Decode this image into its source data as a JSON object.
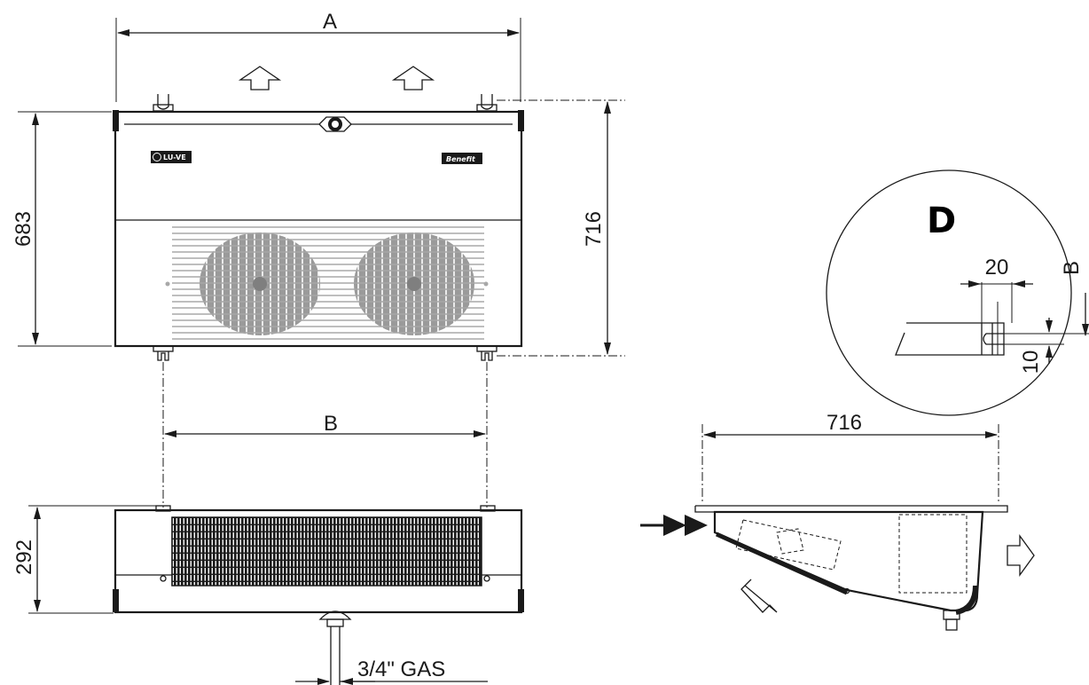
{
  "labels": {
    "dim_a": "A",
    "dim_b": "B",
    "dim_height_front": "683",
    "dim_height_total": "716",
    "dim_depth": "292",
    "dim_side_width": "716",
    "pipe_connection": "3/4\" GAS",
    "detail_name": "D",
    "detail_slot_width": "20",
    "detail_slot_height": "10",
    "detail_b": "B"
  },
  "logos": {
    "left_brand": "LU-VE",
    "right_brand": "Benefit"
  },
  "colors": {
    "line": "#1a1a1a",
    "fan": "#9a9a9a",
    "grille": "#a8a8a8",
    "coil": "#1a1a1a"
  }
}
